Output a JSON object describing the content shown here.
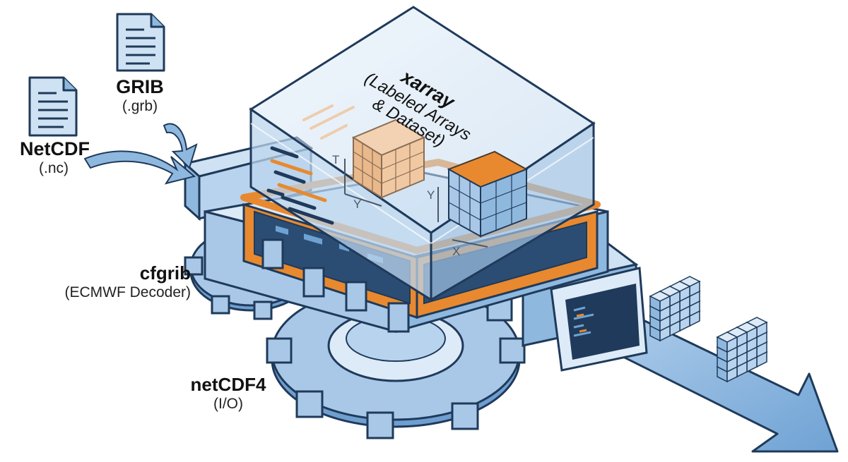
{
  "inputs": {
    "netcdf": {
      "title": "NetCDF",
      "ext": "(.nc)",
      "icon": "document-icon"
    },
    "grib": {
      "title": "GRIB",
      "ext": "(.grb)",
      "icon": "document-icon"
    }
  },
  "core": {
    "title": "xarray",
    "subtitle_line1": "(Labeled Arrays",
    "subtitle_line2": "& Dataset)",
    "axis_t": "T",
    "axis_y1": "Y",
    "axis_y2": "Y",
    "axis_x": "X"
  },
  "engines": {
    "cfgrib": {
      "title": "cfgrib",
      "sub": "(ECMWF Decoder)",
      "icon": "gear-icon"
    },
    "netcdf4": {
      "title": "netCDF4",
      "sub": "(I/O)",
      "icon": "gear-icon"
    }
  },
  "output": {
    "icon": "cube-array-icon"
  },
  "colors": {
    "outline": "#1f3a5a",
    "blue_light": "#cfe2f3",
    "blue_mid": "#8fb8de",
    "blue_dark": "#4f86bd",
    "orange": "#e8892f",
    "glass": "#d8e8f6"
  }
}
